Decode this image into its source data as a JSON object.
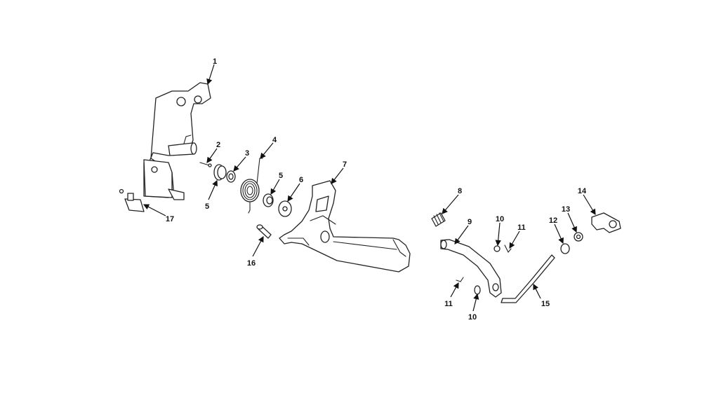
{
  "callouts": [
    {
      "id": "c1",
      "text": "1"
    },
    {
      "id": "c2",
      "text": "2"
    },
    {
      "id": "c3",
      "text": "3"
    },
    {
      "id": "c4",
      "text": "4"
    },
    {
      "id": "c5a",
      "text": "5"
    },
    {
      "id": "c5b",
      "text": "5"
    },
    {
      "id": "c6",
      "text": "6"
    },
    {
      "id": "c7",
      "text": "7"
    },
    {
      "id": "c8",
      "text": "8"
    },
    {
      "id": "c9",
      "text": "9"
    },
    {
      "id": "c10a",
      "text": "10"
    },
    {
      "id": "c10b",
      "text": "10"
    },
    {
      "id": "c11a",
      "text": "11"
    },
    {
      "id": "c11b",
      "text": "11"
    },
    {
      "id": "c12",
      "text": "12"
    },
    {
      "id": "c13",
      "text": "13"
    },
    {
      "id": "c14",
      "text": "14"
    },
    {
      "id": "c15",
      "text": "15"
    },
    {
      "id": "c16",
      "text": "16"
    },
    {
      "id": "c17",
      "text": "17"
    }
  ]
}
